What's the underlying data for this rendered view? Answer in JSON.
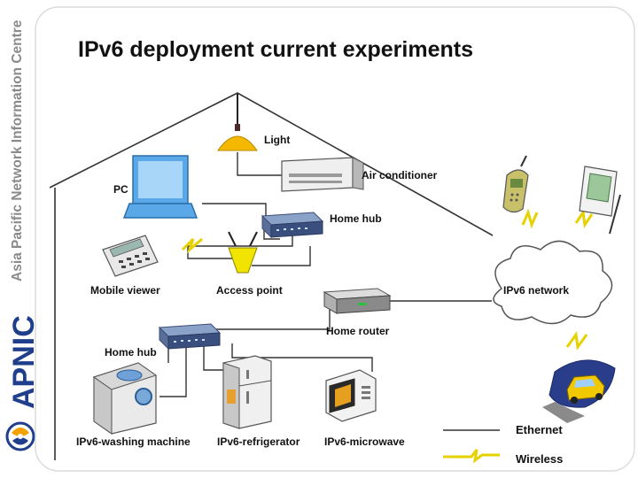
{
  "slide": {
    "title": "IPv6 deployment current experiments"
  },
  "branding": {
    "org_name": "Asia Pacific Network Information Centre",
    "logo_text": "APNIC",
    "colors": {
      "brand_blue": "#1f3f8c",
      "brand_gray": "#8a8a8a",
      "logo_orange": "#f5a100"
    }
  },
  "labels": {
    "light": "Light",
    "air_conditioner": "Air conditioner",
    "pc": "PC",
    "home_hub_top": "Home hub",
    "mobile_viewer": "Mobile viewer",
    "access_point": "Access point",
    "ipv6_network": "IPv6 network",
    "home_router": "Home router",
    "home_hub_bottom": "Home hub",
    "washing_machine": "IPv6-washing machine",
    "refrigerator": "IPv6-refrigerator",
    "microwave": "IPv6-microwave"
  },
  "legend": {
    "ethernet": "Ethernet",
    "wireless": "Wireless"
  }
}
